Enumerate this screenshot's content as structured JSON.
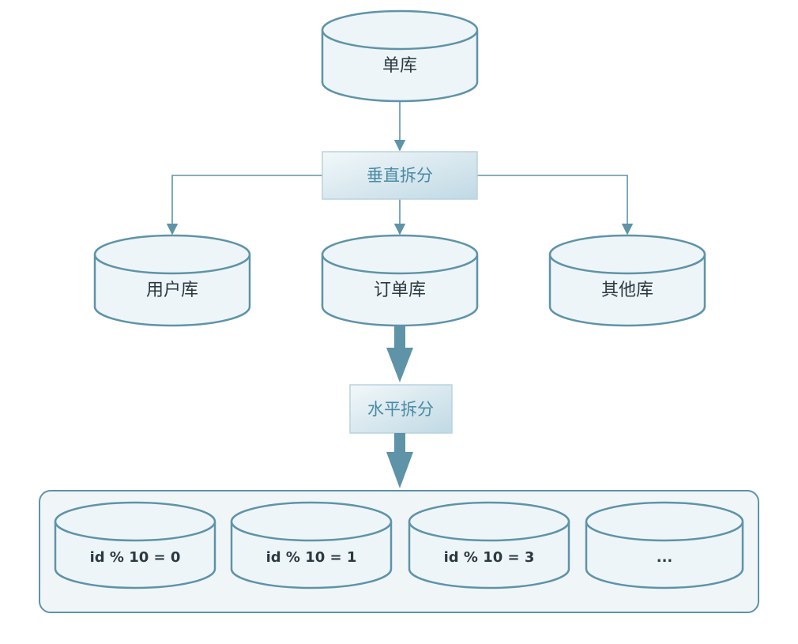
{
  "nodes": {
    "single_db": "单库",
    "user_db": "用户库",
    "order_db": "订单库",
    "other_db": "其他库"
  },
  "steps": {
    "vertical_split": "垂直拆分",
    "horizontal_split": "水平拆分"
  },
  "shards": [
    "id % 10 = 0",
    "id % 10 = 1",
    "id % 10 = 3",
    "..."
  ],
  "colors": {
    "stroke": "#5e93a8",
    "cylinder_fill": "#eef5f8",
    "box_fill_light": "#eaf3f7",
    "box_fill_dark": "#c2dbe6",
    "arrow": "#5e93a8",
    "text": "#2b3a42",
    "step_text": "#4a8aa3"
  }
}
